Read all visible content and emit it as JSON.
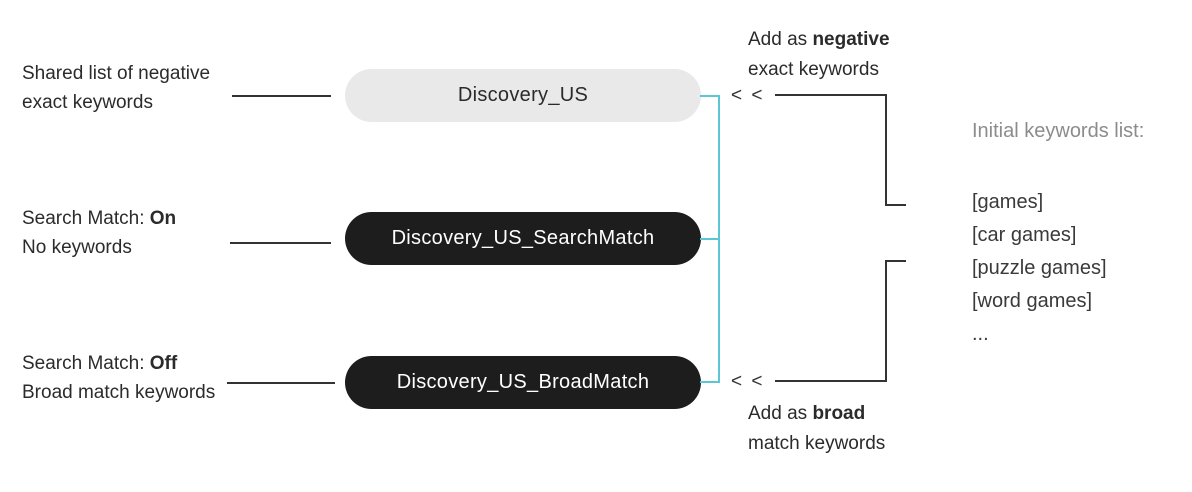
{
  "colors": {
    "accent": "#5BC7D5",
    "pill_dark": "#1D1D1D",
    "pill_light": "#E9E9E9",
    "text": "#2B2B2B",
    "muted": "#8C8C8C",
    "line": "#333333"
  },
  "rows": [
    {
      "label_line1": "Shared list of negative",
      "label_line1_bold": "",
      "label_line2": "exact keywords",
      "pill_label": "Discovery_US",
      "pill_variant": "light"
    },
    {
      "label_line1": "Search Match: ",
      "label_line1_bold": "On",
      "label_line2": "No keywords",
      "pill_label": "Discovery_US_SearchMatch",
      "pill_variant": "dark"
    },
    {
      "label_line1": "Search Match: ",
      "label_line1_bold": "Off",
      "label_line2": "Broad match keywords",
      "pill_label": "Discovery_US_BroadMatch",
      "pill_variant": "dark"
    }
  ],
  "annotations": {
    "negative": {
      "line1_prefix": "Add as ",
      "line1_bold": "negative",
      "line2": "exact keywords",
      "chevrons": "< <"
    },
    "broad": {
      "line1_prefix": "Add as ",
      "line1_bold": "broad",
      "line2": "match keywords",
      "chevrons": "< <"
    }
  },
  "keywords_panel": {
    "title": "Initial keywords list:",
    "items": [
      "[games]",
      "[car games]",
      "[puzzle games]",
      "[word games]",
      "..."
    ]
  }
}
